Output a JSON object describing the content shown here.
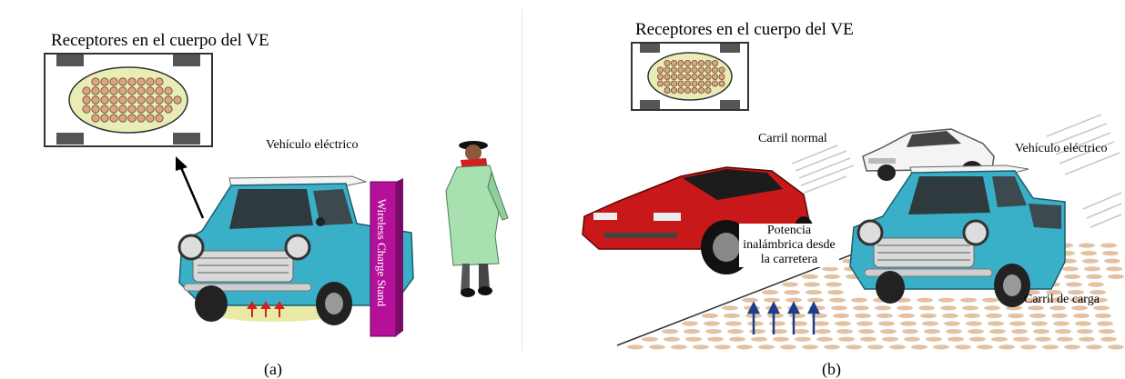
{
  "panel_a": {
    "title": "Receptores en el cuerpo del VE",
    "vehicle_label": "Vehículo eléctrico",
    "stand_label": "Wireless Charge Stand",
    "caption": "(a)"
  },
  "panel_b": {
    "title": "Receptores en el cuerpo del VE",
    "normal_lane_label": "Carril normal",
    "vehicle_label": "Vehículo eléctrico",
    "road_power_label": "Potencia inalámbrica desde la carretera",
    "charging_lane_label": "Carril de carga",
    "caption": "(b)"
  },
  "colors": {
    "pad_fill": "#e9ecb5",
    "coil": "#d9a582",
    "car_blue": "#3ab0c8",
    "car_red": "#c8181a",
    "stand_magenta": "#b5109a",
    "arrow_blue": "#1d3f8a",
    "arrow_red": "#d42020"
  }
}
